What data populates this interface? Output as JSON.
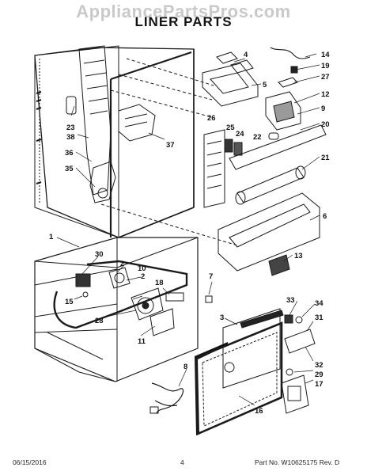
{
  "watermark": "AppliancePartsPros.com",
  "title": "LINER PARTS",
  "footer": {
    "date": "06/15/2016",
    "page": "4",
    "part_number": "Part No.  W10625175  Rev.  D"
  },
  "callouts": [
    {
      "key": "c4",
      "text": "4"
    },
    {
      "key": "c14",
      "text": "14"
    },
    {
      "key": "c5",
      "text": "5"
    },
    {
      "key": "c19",
      "text": "19"
    },
    {
      "key": "c27",
      "text": "27"
    },
    {
      "key": "c12",
      "text": "12"
    },
    {
      "key": "c9",
      "text": "9"
    },
    {
      "key": "c26",
      "text": "26"
    },
    {
      "key": "c25",
      "text": "25"
    },
    {
      "key": "c24",
      "text": "24"
    },
    {
      "key": "c22",
      "text": "22"
    },
    {
      "key": "c20",
      "text": "20"
    },
    {
      "key": "c21",
      "text": "21"
    },
    {
      "key": "c23",
      "text": "23"
    },
    {
      "key": "c38",
      "text": "38"
    },
    {
      "key": "c36",
      "text": "36"
    },
    {
      "key": "c35",
      "text": "35"
    },
    {
      "key": "c37",
      "text": "37"
    },
    {
      "key": "c6",
      "text": "6"
    },
    {
      "key": "c13",
      "text": "13"
    },
    {
      "key": "c1",
      "text": "1"
    },
    {
      "key": "c30",
      "text": "30"
    },
    {
      "key": "c2a",
      "text": "2"
    },
    {
      "key": "c10",
      "text": "10"
    },
    {
      "key": "c2b",
      "text": "2"
    },
    {
      "key": "c18",
      "text": "18"
    },
    {
      "key": "c15",
      "text": "15"
    },
    {
      "key": "c28",
      "text": "28"
    },
    {
      "key": "c11",
      "text": "11"
    },
    {
      "key": "c7",
      "text": "7"
    },
    {
      "key": "c3",
      "text": "3"
    },
    {
      "key": "c8",
      "text": "8"
    },
    {
      "key": "c33",
      "text": "33"
    },
    {
      "key": "c34",
      "text": "34"
    },
    {
      "key": "c31",
      "text": "31"
    },
    {
      "key": "c32",
      "text": "32"
    },
    {
      "key": "c29",
      "text": "29"
    },
    {
      "key": "c17",
      "text": "17"
    },
    {
      "key": "c16",
      "text": "16"
    }
  ]
}
